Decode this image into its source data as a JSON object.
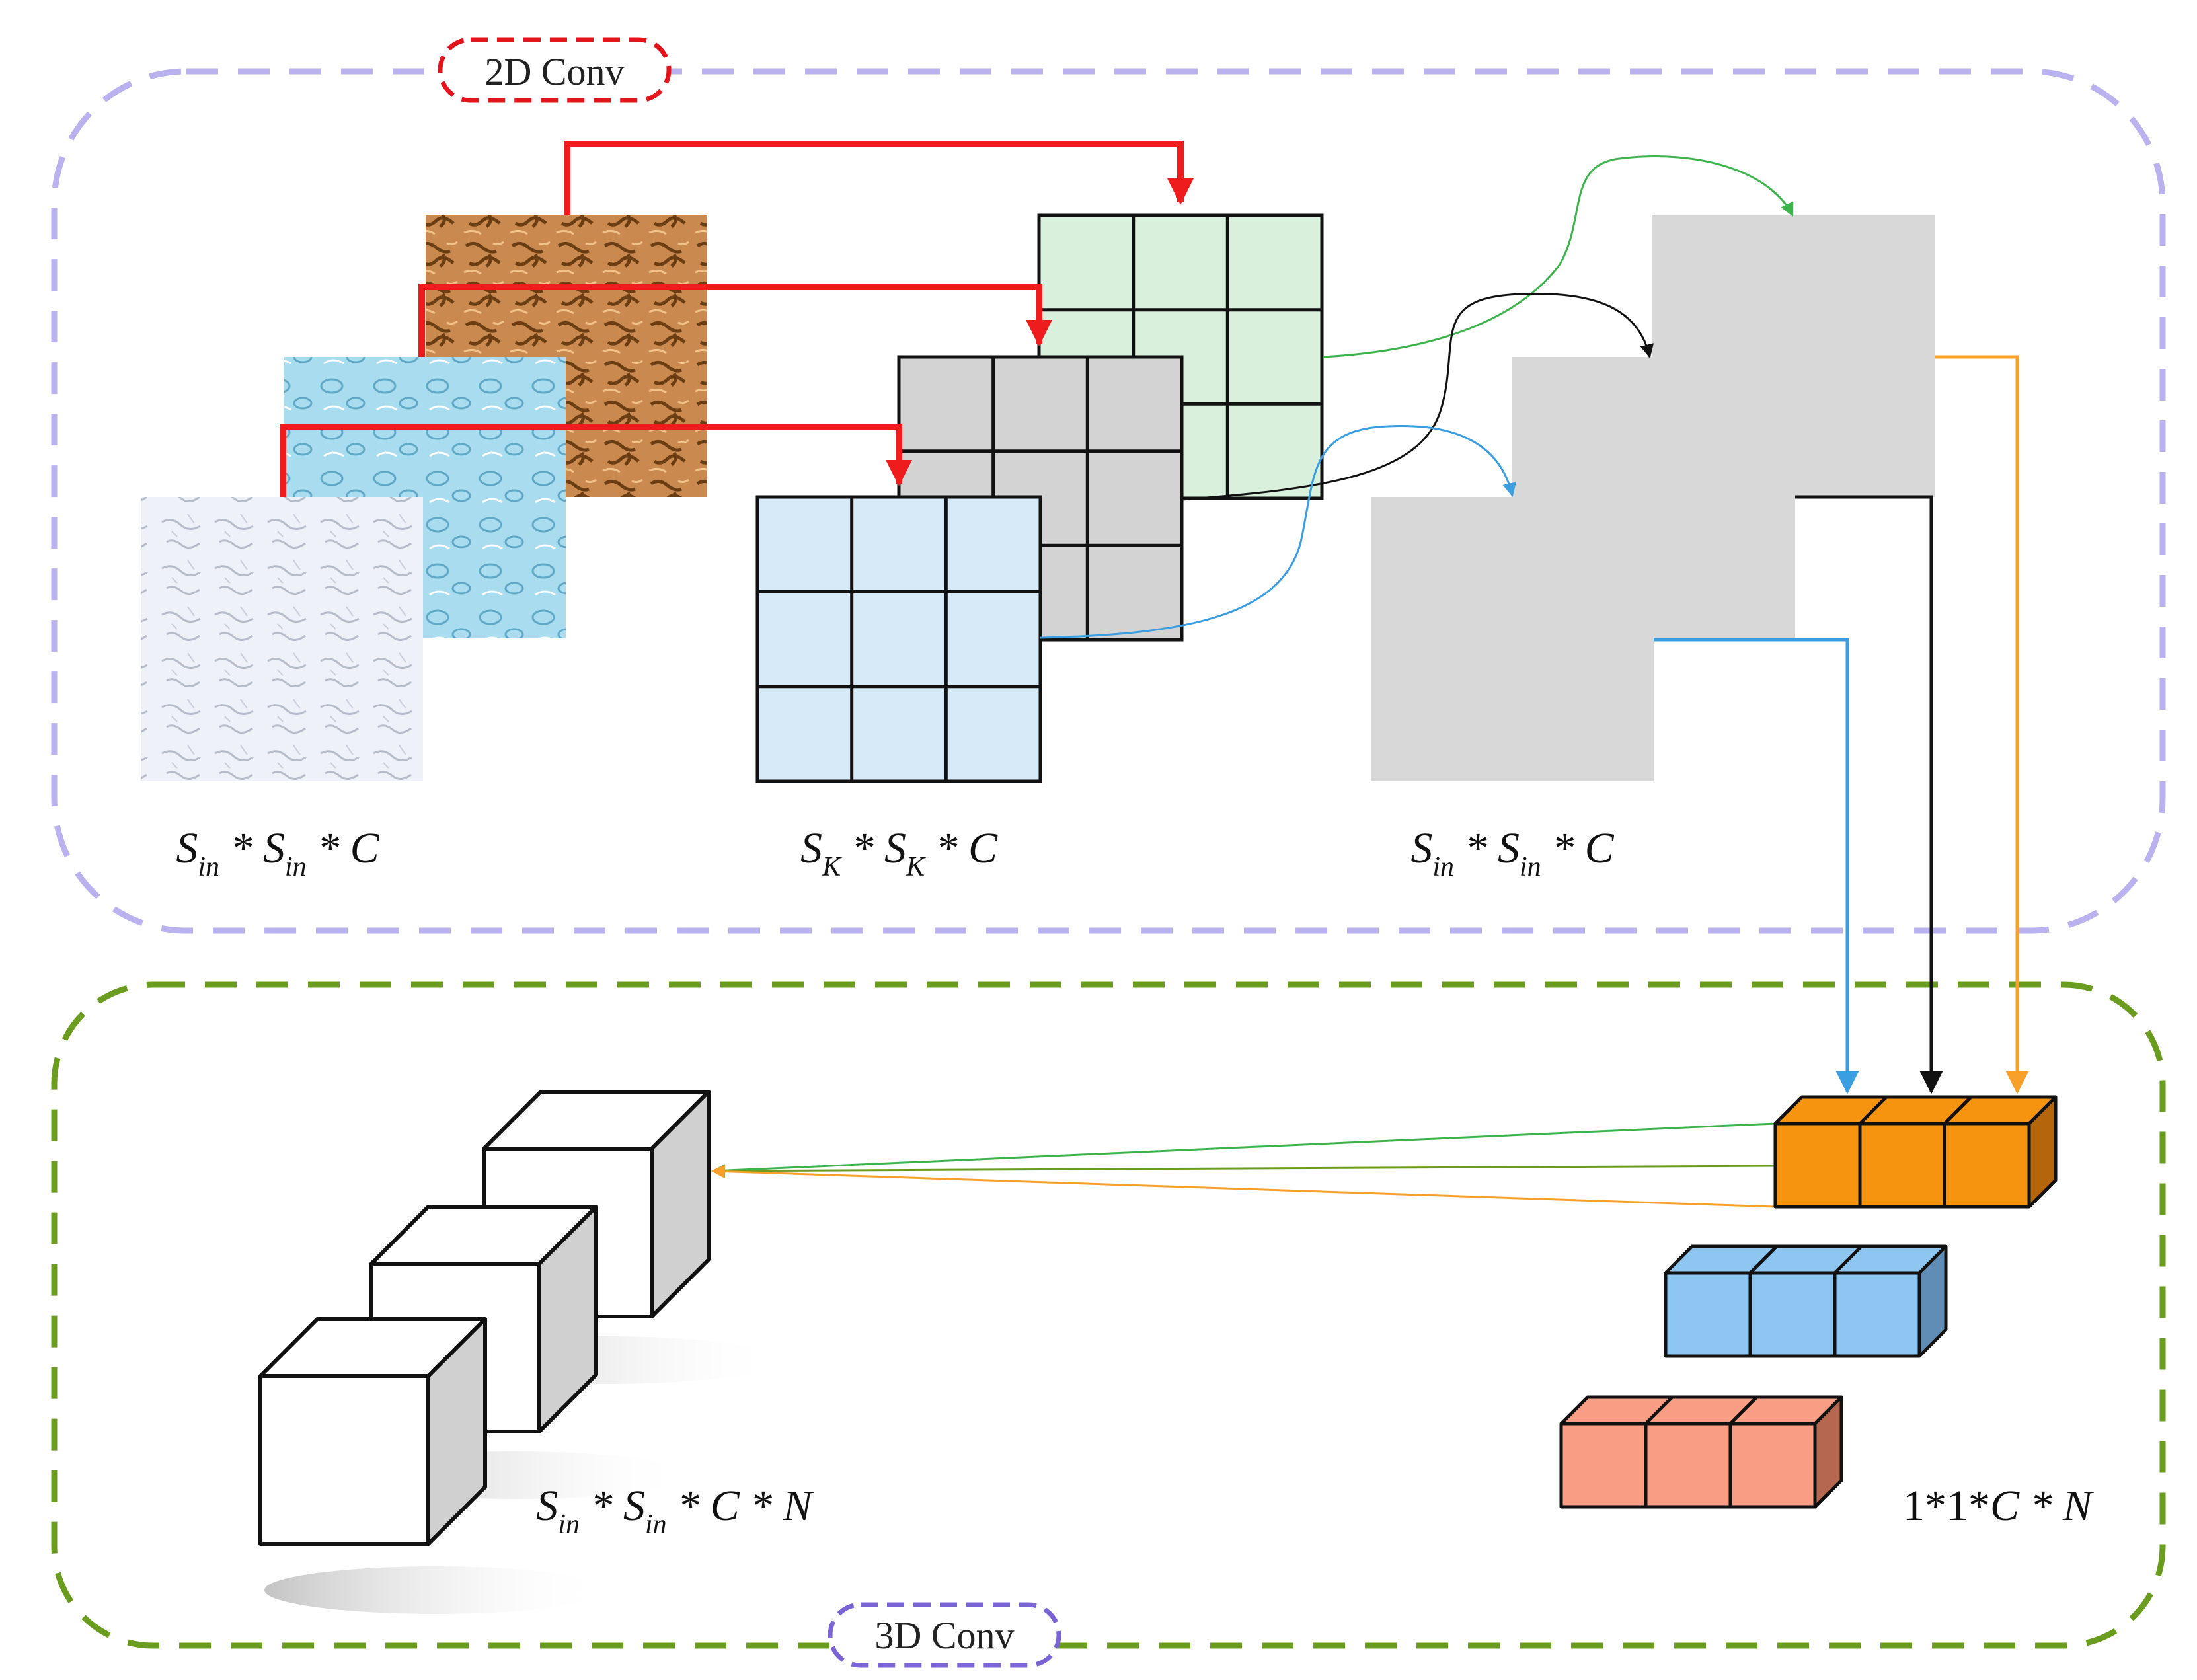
{
  "groups": {
    "conv2d": {
      "label": "2D Conv",
      "border_color": "#b9b2ee",
      "label_border_color": "#e3141b"
    },
    "conv3d": {
      "label": "3D Conv",
      "border_color": "#6a9d1f",
      "label_border_color": "#7b64d6"
    }
  },
  "labels": {
    "input": {
      "parts": [
        {
          "t": "S",
          "style": "i"
        },
        {
          "t": "in",
          "style": "sub"
        },
        {
          "t": " * ",
          "style": "i"
        },
        {
          "t": "S",
          "style": "i"
        },
        {
          "t": "in",
          "style": "sub"
        },
        {
          "t": " * ",
          "style": "i"
        },
        {
          "t": "C",
          "style": "i"
        }
      ]
    },
    "kernel": {
      "parts": [
        {
          "t": "S",
          "style": "i"
        },
        {
          "t": "K",
          "style": "sub"
        },
        {
          "t": " * ",
          "style": "i"
        },
        {
          "t": "S",
          "style": "i"
        },
        {
          "t": "K",
          "style": "sub"
        },
        {
          "t": " * ",
          "style": "i"
        },
        {
          "t": "C",
          "style": "i"
        }
      ]
    },
    "output": {
      "parts": [
        {
          "t": "S",
          "style": "i"
        },
        {
          "t": "in",
          "style": "sub"
        },
        {
          "t": " * ",
          "style": "i"
        },
        {
          "t": "S",
          "style": "i"
        },
        {
          "t": "in",
          "style": "sub"
        },
        {
          "t": " * ",
          "style": "i"
        },
        {
          "t": "C",
          "style": "i"
        }
      ]
    },
    "volume": {
      "parts": [
        {
          "t": "S",
          "style": "i"
        },
        {
          "t": "in",
          "style": "sub"
        },
        {
          "t": " * ",
          "style": "i"
        },
        {
          "t": "S",
          "style": "i"
        },
        {
          "t": "in",
          "style": "sub"
        },
        {
          "t": " * ",
          "style": "i"
        },
        {
          "t": "C",
          "style": "i"
        },
        {
          "t": " * ",
          "style": "i"
        },
        {
          "t": "N",
          "style": "i"
        }
      ]
    },
    "pointwise": {
      "parts": [
        {
          "t": "1*1*",
          "style": "n"
        },
        {
          "t": "C",
          "style": "i"
        },
        {
          "t": " * ",
          "style": "i"
        },
        {
          "t": "N",
          "style": "i"
        }
      ]
    }
  },
  "colors": {
    "texture_brown": "#c9894f",
    "texture_cyan": "#a9dcef",
    "texture_white": "#eef1f7",
    "kernel_green": "#d9f0dc",
    "kernel_gray": "#d3d3d3",
    "kernel_blue": "#d6eaf8",
    "feature_gray": "#d8d8d8",
    "arrow_red": "#ee1c1c",
    "arrow_green": "#3cb44b",
    "arrow_black": "#111111",
    "arrow_blue": "#3a9ee0",
    "arrow_orange": "#f7a02a",
    "pointwise_orange": "#f7940f",
    "pointwise_blue": "#8ec6f2",
    "pointwise_salmon": "#f99d84"
  }
}
